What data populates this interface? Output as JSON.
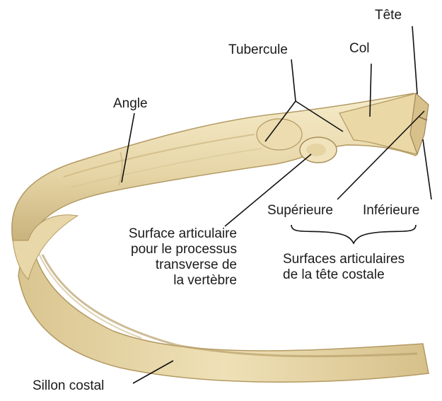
{
  "labels": {
    "tete": "Tête",
    "tubercule": "Tubercule",
    "col": "Col",
    "angle": "Angle",
    "superieure": "Supérieure",
    "inferieure": "Inférieure",
    "surface_processus": [
      "Surface articulaire",
      "pour le processus",
      "transverse de",
      "la vertèbre"
    ],
    "surfaces_tete": [
      "Surfaces articulaires",
      "de la tête costale"
    ],
    "sillon": "Sillon costal"
  },
  "colors": {
    "bone_light": "#f3e7c2",
    "bone_mid": "#dcc896",
    "bone_dark": "#a8905c",
    "leader_line": "#111111",
    "text": "#1a1a1a"
  }
}
